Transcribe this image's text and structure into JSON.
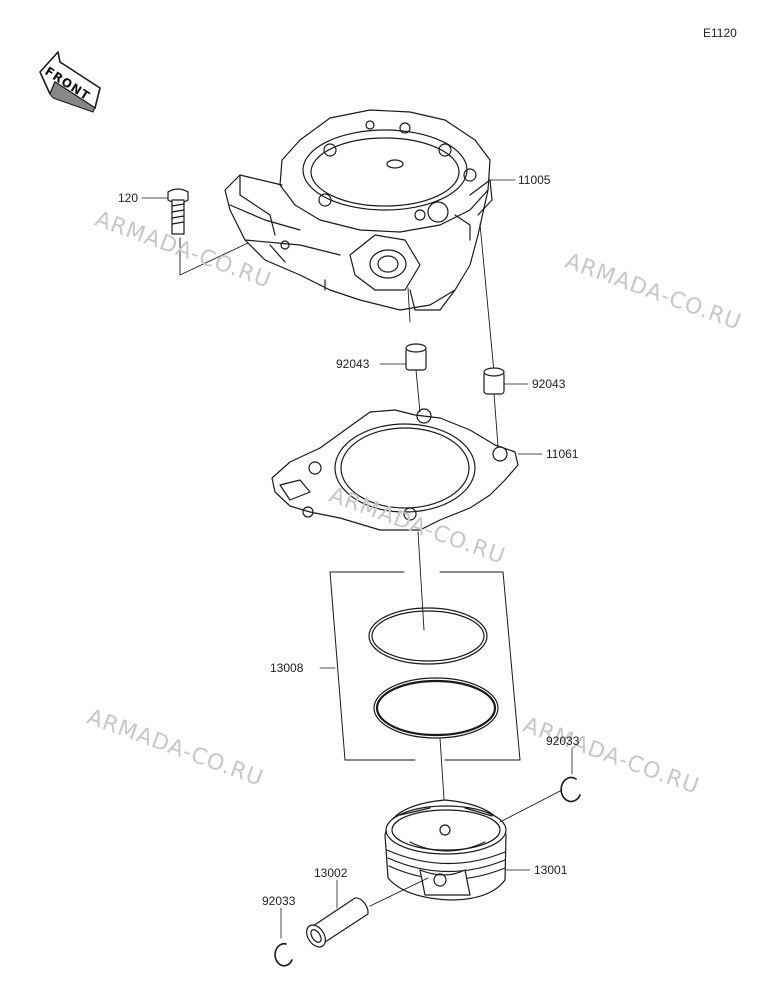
{
  "diagram_code": "E1120",
  "front_label": "FRONT",
  "watermark": "ARMADA-CO.RU",
  "parts": {
    "cylinder": "11005",
    "bolt": "120",
    "dowel_left": "92043",
    "dowel_right": "92043",
    "gasket": "11061",
    "ring_set": "13008",
    "clip_right": "92033",
    "piston": "13001",
    "piston_pin": "13002",
    "clip_left": "92033"
  },
  "colors": {
    "line": "#1a1a1a",
    "watermark": "#c8c8c8"
  }
}
